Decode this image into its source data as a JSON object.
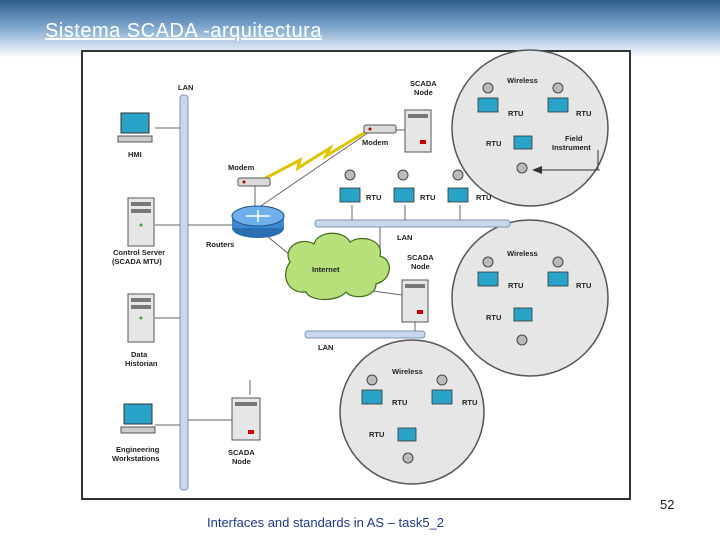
{
  "slide": {
    "title": "Sistema SCADA -arquitectura",
    "page_number": "52",
    "footer": "Interfaces and standards in AS – task5_2"
  },
  "diagram": {
    "labels": {
      "lan_main": "LAN",
      "hmi": "HMI",
      "control_server": "Control Server",
      "control_server_sub": "(SCADA MTU)",
      "data_historian": "Data",
      "data_historian_sub": "Historian",
      "eng_workstations": "Engineering",
      "eng_workstations_sub": "Workstations",
      "routers": "Routers",
      "modem_top": "Modem",
      "modem_node": "Modem",
      "internet": "Internet",
      "lan_mid": "LAN",
      "lan_low": "LAN",
      "scada_node_1": "SCADA",
      "scada_node_1_sub": "Node",
      "scada_node_2": "SCADA",
      "scada_node_2_sub": "Node",
      "scada_node_3": "SCADA",
      "scada_node_3_sub": "Node",
      "wireless_1": "Wireless",
      "wireless_2": "Wireless",
      "wireless_3": "Wireless",
      "rtu": "RTU",
      "field_instrument": "Field",
      "field_instrument_sub": "Instrument"
    }
  }
}
